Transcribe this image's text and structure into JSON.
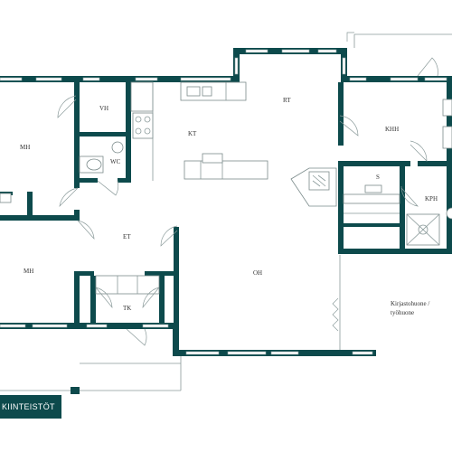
{
  "rooms": {
    "mh1": "MH",
    "vh": "VH",
    "wc": "WC",
    "kt": "KT",
    "rt": "RT",
    "khh": "KHH",
    "s": "S",
    "kph": "KPH",
    "mh2": "MH",
    "et": "ET",
    "oh": "OH",
    "tk": "TK",
    "study1": "Kirjastohuone /",
    "study2": "työhuone"
  },
  "brand": "KIINTEISTÖT",
  "colors": {
    "wall": "#0d4a4c",
    "background": "#ffffff"
  }
}
